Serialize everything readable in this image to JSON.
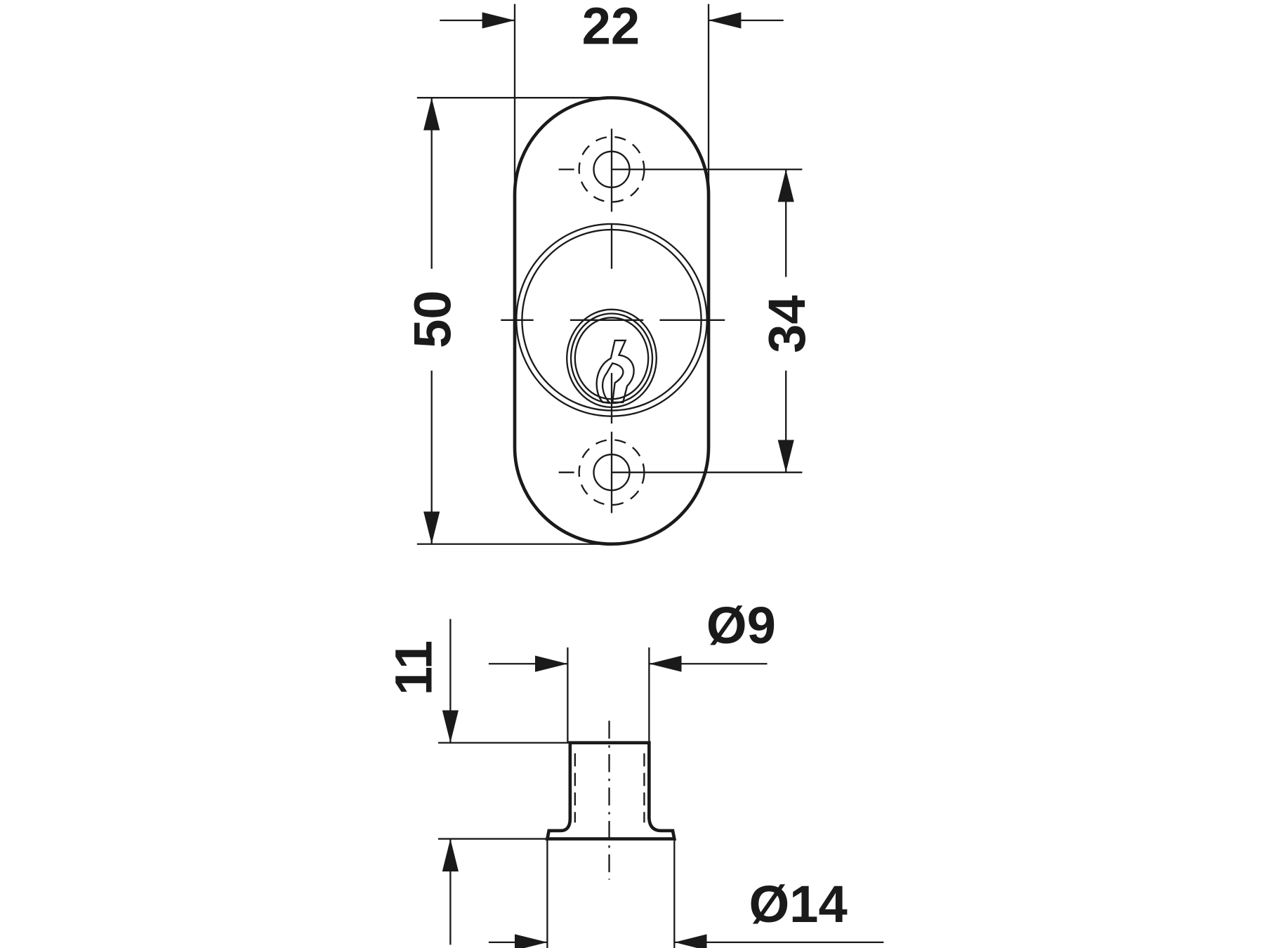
{
  "drawing": {
    "title": "Cam lock technical drawing",
    "front_view": {
      "width_label": "22",
      "height_label": "50",
      "hole_spacing_label": "34"
    },
    "side_view": {
      "barrel_diameter_label": "Ø9",
      "length_label": "11",
      "flange_diameter_label": "Ø14"
    },
    "line_color": "#1a1a1a"
  }
}
